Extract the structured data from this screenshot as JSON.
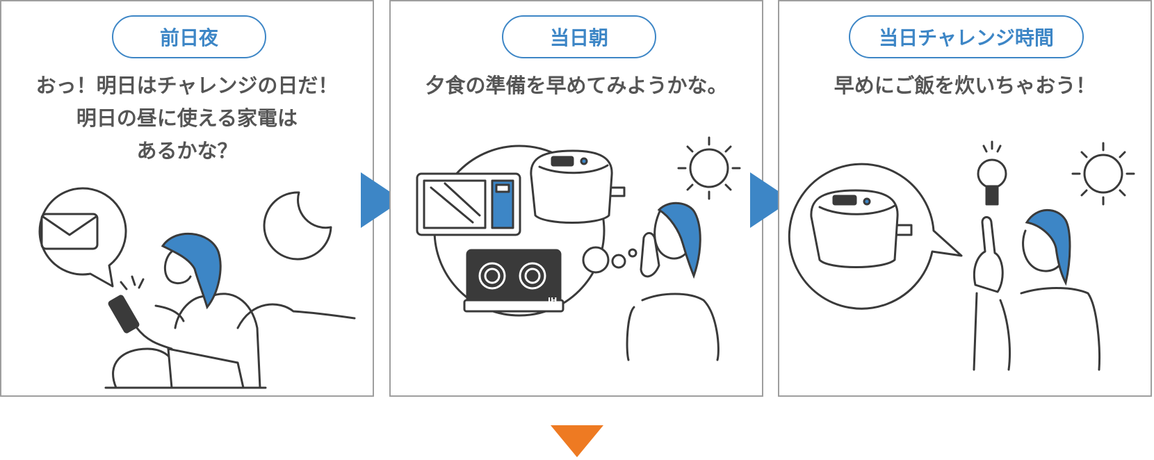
{
  "colors": {
    "accent_blue": "#3d86c6",
    "border_gray": "#9e9e9e",
    "text_gray": "#555555",
    "orange": "#ee7a22",
    "line": "#3a3a3a"
  },
  "panels": [
    {
      "label": "前日夜",
      "caption_lines": [
        "おっ！明日はチャレンジの日だ！",
        "明日の昼に使える家電は",
        "あるかな？"
      ],
      "icons": [
        "envelope-icon",
        "moon-icon",
        "smartphone-icon"
      ]
    },
    {
      "label": "当日朝",
      "caption_lines": [
        "夕食の準備を早めてみようかな。"
      ],
      "icons": [
        "microwave-icon",
        "rice-cooker-icon",
        "ih-cooktop-icon",
        "sun-icon"
      ],
      "ih_text": "IH"
    },
    {
      "label": "当日チャレンジ時間",
      "caption_lines": [
        "早めにご飯を炊いちゃおう！"
      ],
      "icons": [
        "rice-cooker-icon",
        "light-bulb-icon",
        "sun-icon"
      ]
    }
  ],
  "arrows": [
    "arrow-right",
    "arrow-right",
    "arrow-down"
  ]
}
